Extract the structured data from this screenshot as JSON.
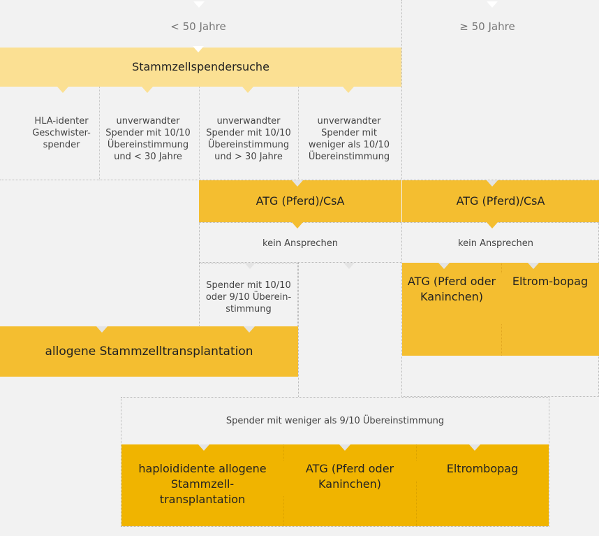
{
  "headers": {
    "under50": "< 50 Jahre",
    "over50": "≥ 50 Jahre"
  },
  "search": "Stammzellspendersuche",
  "donors": [
    "HLA-identer Geschwister-spender",
    "unverwandter Spender mit 10/10 Übereinstimmung und < 30 Jahre",
    "unverwandter Spender mit 10/10 Übereinstimmung und > 30 Jahre",
    "unverwandter Spender mit weniger als 10/10 Übereinstimmung"
  ],
  "atg_left": "ATG (Pferd)/CsA",
  "atg_right": "ATG (Pferd)/CsA",
  "no_response_left": "kein Ansprechen",
  "no_response_right": "kein Ansprechen",
  "match_donor": "Spender mit 10/10 oder 9/10 Überein-stimmung",
  "allo_sct": "allogene Stammzelltransplantation",
  "right_options": [
    "ATG (Pferd oder Kaninchen)",
    "Eltrom-bopag"
  ],
  "low_match": "Spender mit weniger als 9/10 Übereinstimmung",
  "bottom_options": [
    "haploididente allogene Stammzell-transplantation",
    "ATG (Pferd oder Kaninchen)",
    "Eltrombopag"
  ]
}
